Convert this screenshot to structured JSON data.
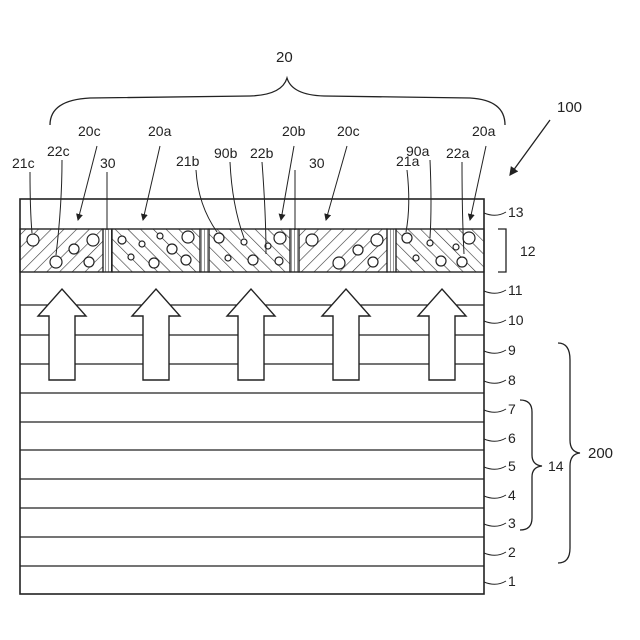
{
  "figure": {
    "top_label": "20",
    "device_label": "100",
    "subcell_labels": [
      "21c",
      "22c",
      "20c",
      "30",
      "20a",
      "21b",
      "90b",
      "22b",
      "20b",
      "30",
      "20c",
      "21a",
      "90a",
      "22a",
      "20a"
    ],
    "layer_labels": [
      "13",
      "12",
      "11",
      "10",
      "9",
      "8",
      "7",
      "6",
      "5",
      "4",
      "3",
      "2",
      "1"
    ],
    "group_labels": {
      "stack": "14",
      "substrate": "200"
    }
  }
}
